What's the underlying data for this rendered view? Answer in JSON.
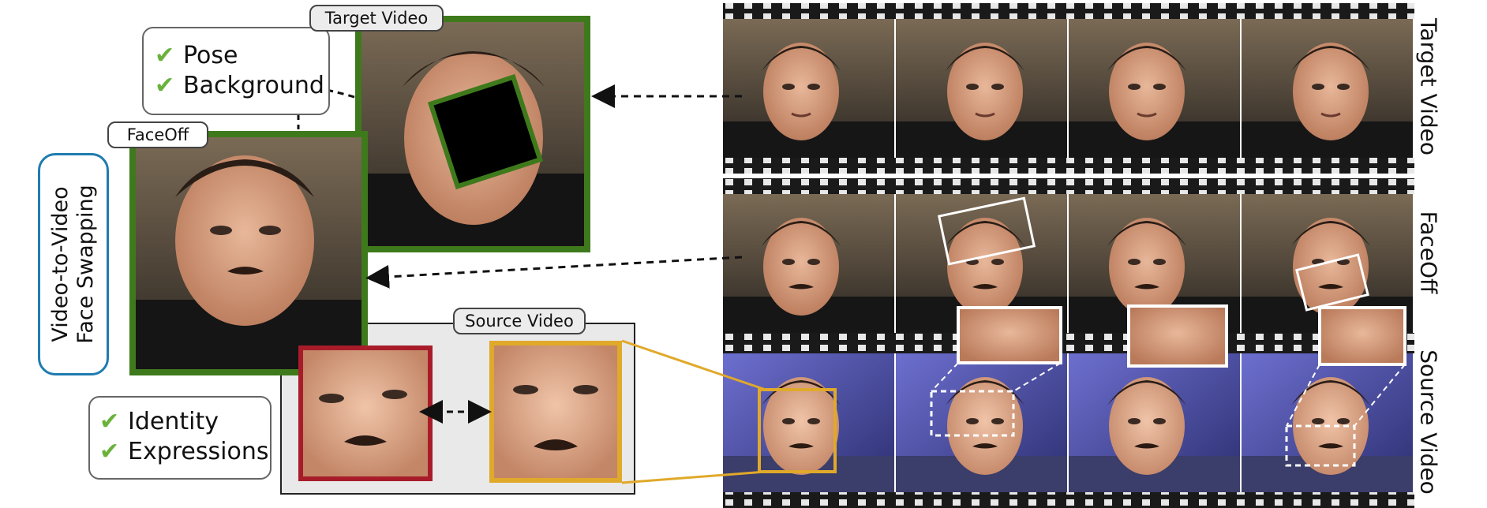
{
  "tags": {
    "target_video": "Target Video",
    "faceoff": "FaceOff",
    "source_video": "Source Video"
  },
  "checklist_top": {
    "items": [
      "Pose",
      "Background"
    ],
    "check_color": "#6ab23b"
  },
  "checklist_bottom": {
    "items": [
      "Identity",
      "Expressions"
    ],
    "check_color": "#6ab23b"
  },
  "title_box": {
    "line1": "Video-to-Video",
    "line2": "Face Swapping",
    "border_color": "#1f7cb0"
  },
  "strip_labels": {
    "target": "Target Video",
    "faceoff": "FaceOff",
    "source": "Source Video"
  },
  "colors": {
    "target_frame": "#3e7a1c",
    "faceoff_frame": "#3e7a1c",
    "source_red": "#a81c2a",
    "source_gold": "#e0a92a",
    "mask": "#000000",
    "film": "#1a1a1a",
    "source_background": "#4a4fa8"
  }
}
